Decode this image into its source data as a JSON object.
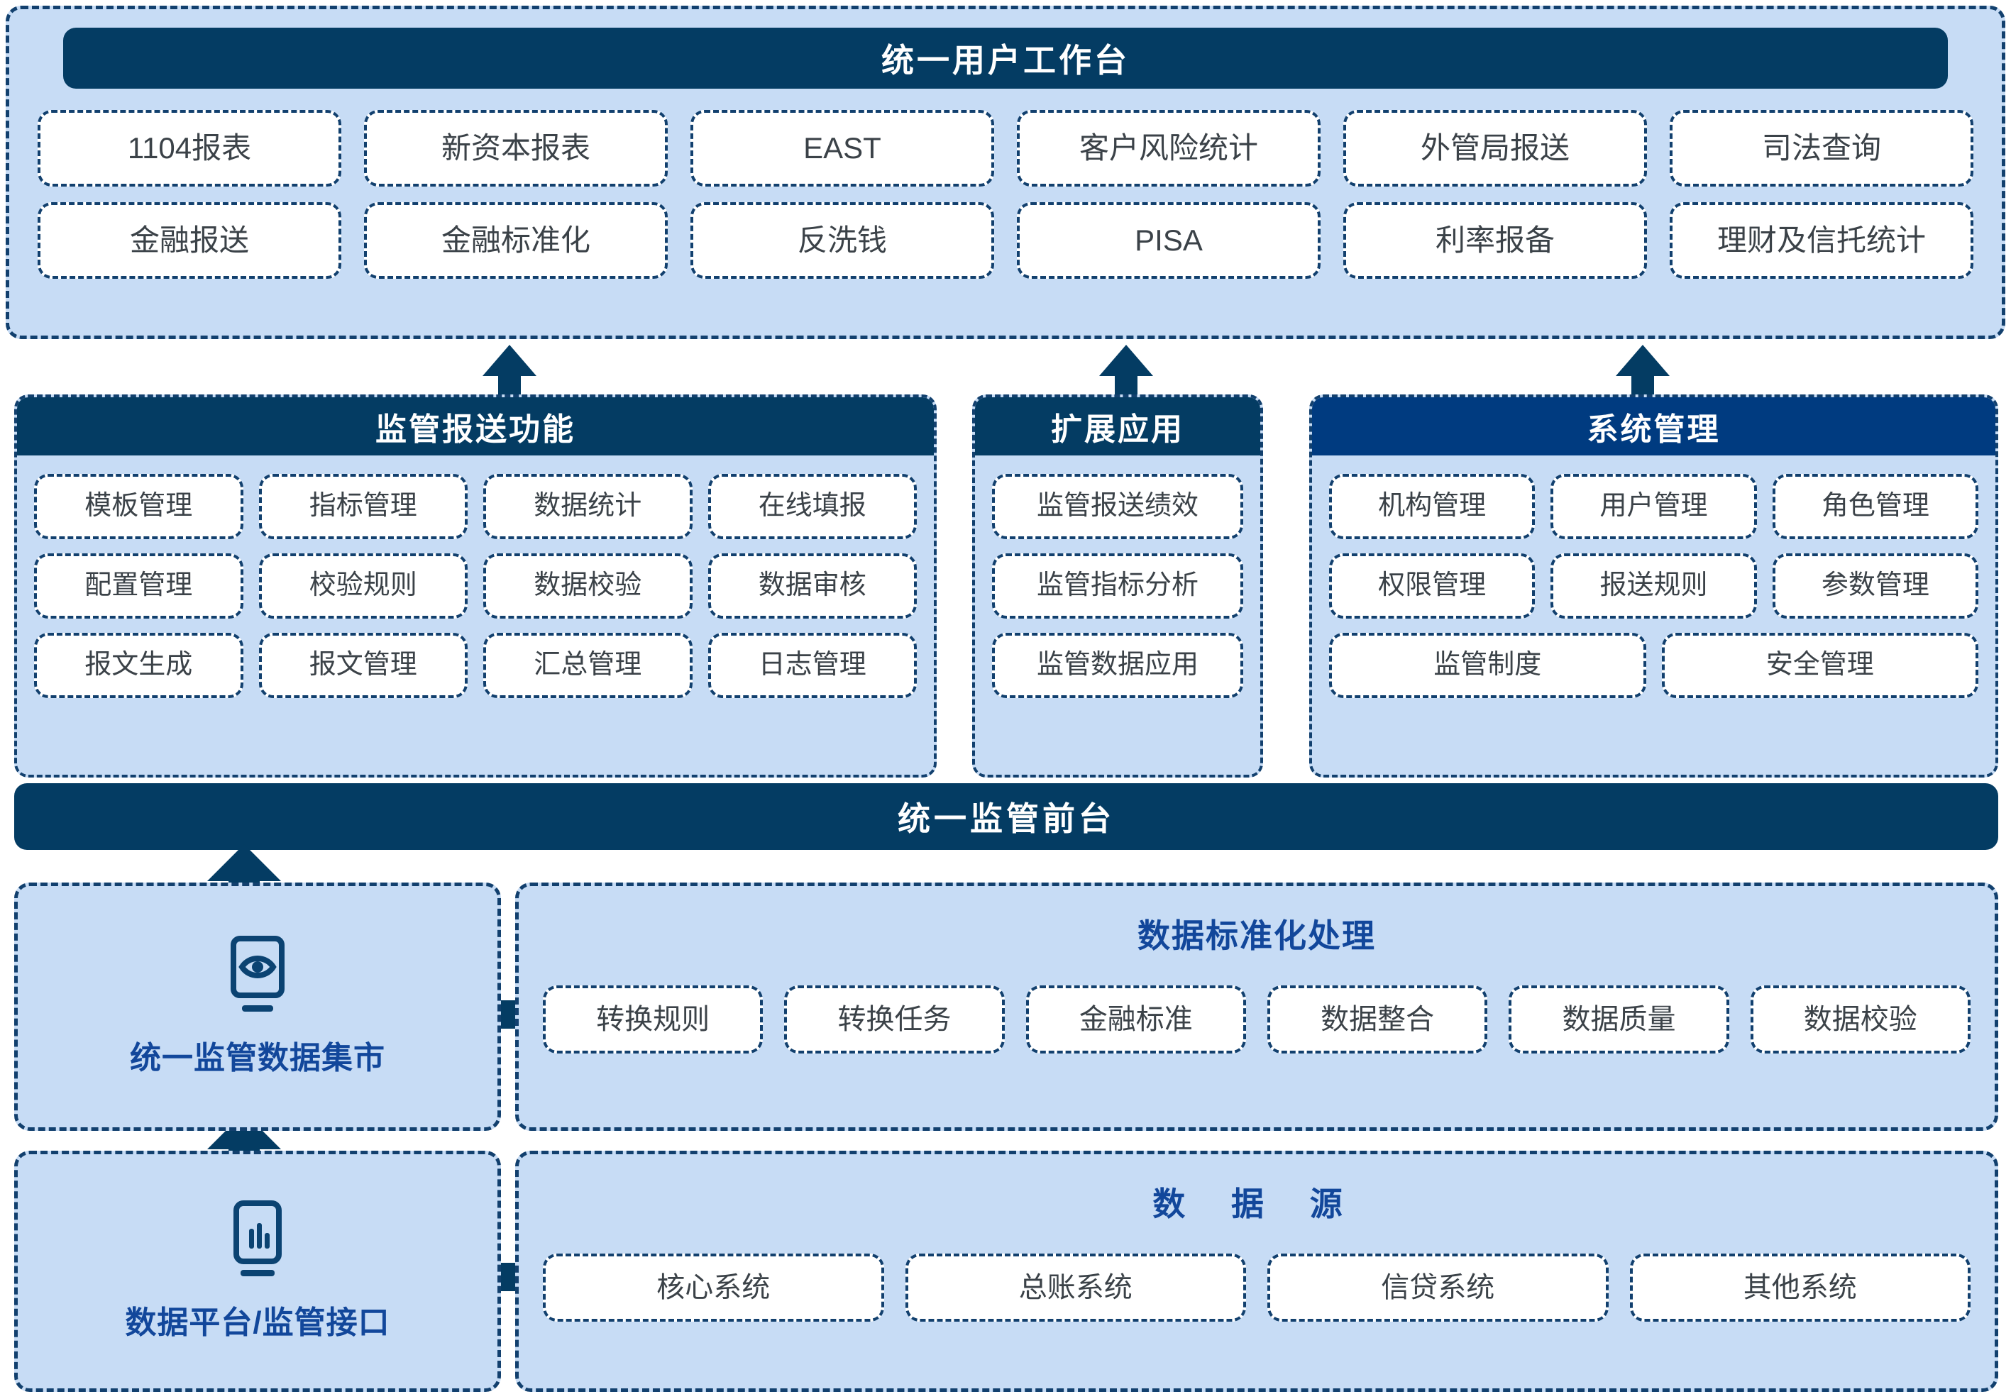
{
  "workbench": {
    "title": "统一用户工作台",
    "row1": [
      "1104报表",
      "新资本报表",
      "EAST",
      "客户风险统计",
      "外管局报送",
      "司法查询"
    ],
    "row2": [
      "金融报送",
      "金融标准化",
      "反洗钱",
      "PISA",
      "利率报备",
      "理财及信托统计"
    ]
  },
  "regulatory": {
    "title": "监管报送功能",
    "row1": [
      "模板管理",
      "指标管理",
      "数据统计",
      "在线填报"
    ],
    "row2": [
      "配置管理",
      "校验规则",
      "数据校验",
      "数据审核"
    ],
    "row3": [
      "报文生成",
      "报文管理",
      "汇总管理",
      "日志管理"
    ]
  },
  "extension": {
    "title": "扩展应用",
    "items": [
      "监管报送绩效",
      "监管指标分析",
      "监管数据应用"
    ]
  },
  "system": {
    "title": "系统管理",
    "row1": [
      "机构管理",
      "用户管理",
      "角色管理"
    ],
    "row2": [
      "权限管理",
      "报送规则",
      "参数管理"
    ],
    "row3": [
      "监管制度",
      "安全管理"
    ]
  },
  "front_desk": {
    "title": "统一监管前台"
  },
  "data_mart": {
    "label": "统一监管数据集市",
    "icon": "eye-monitor-icon"
  },
  "standardization": {
    "title": "数据标准化处理",
    "items": [
      "转换规则",
      "转换任务",
      "金融标准",
      "数据整合",
      "数据质量",
      "数据校验"
    ]
  },
  "platform": {
    "label": "数据平台/监管接口",
    "icon": "bar-chart-monitor-icon"
  },
  "data_source": {
    "title": "数 据 源",
    "items": [
      "核心系统",
      "总账系统",
      "信贷系统",
      "其他系统"
    ]
  },
  "colors": {
    "navy": "#043c63",
    "navy_bright": "#003b80",
    "panel_blue": "#c7dcf5",
    "label_blue": "#12479b",
    "tile_text": "#3b4248"
  }
}
